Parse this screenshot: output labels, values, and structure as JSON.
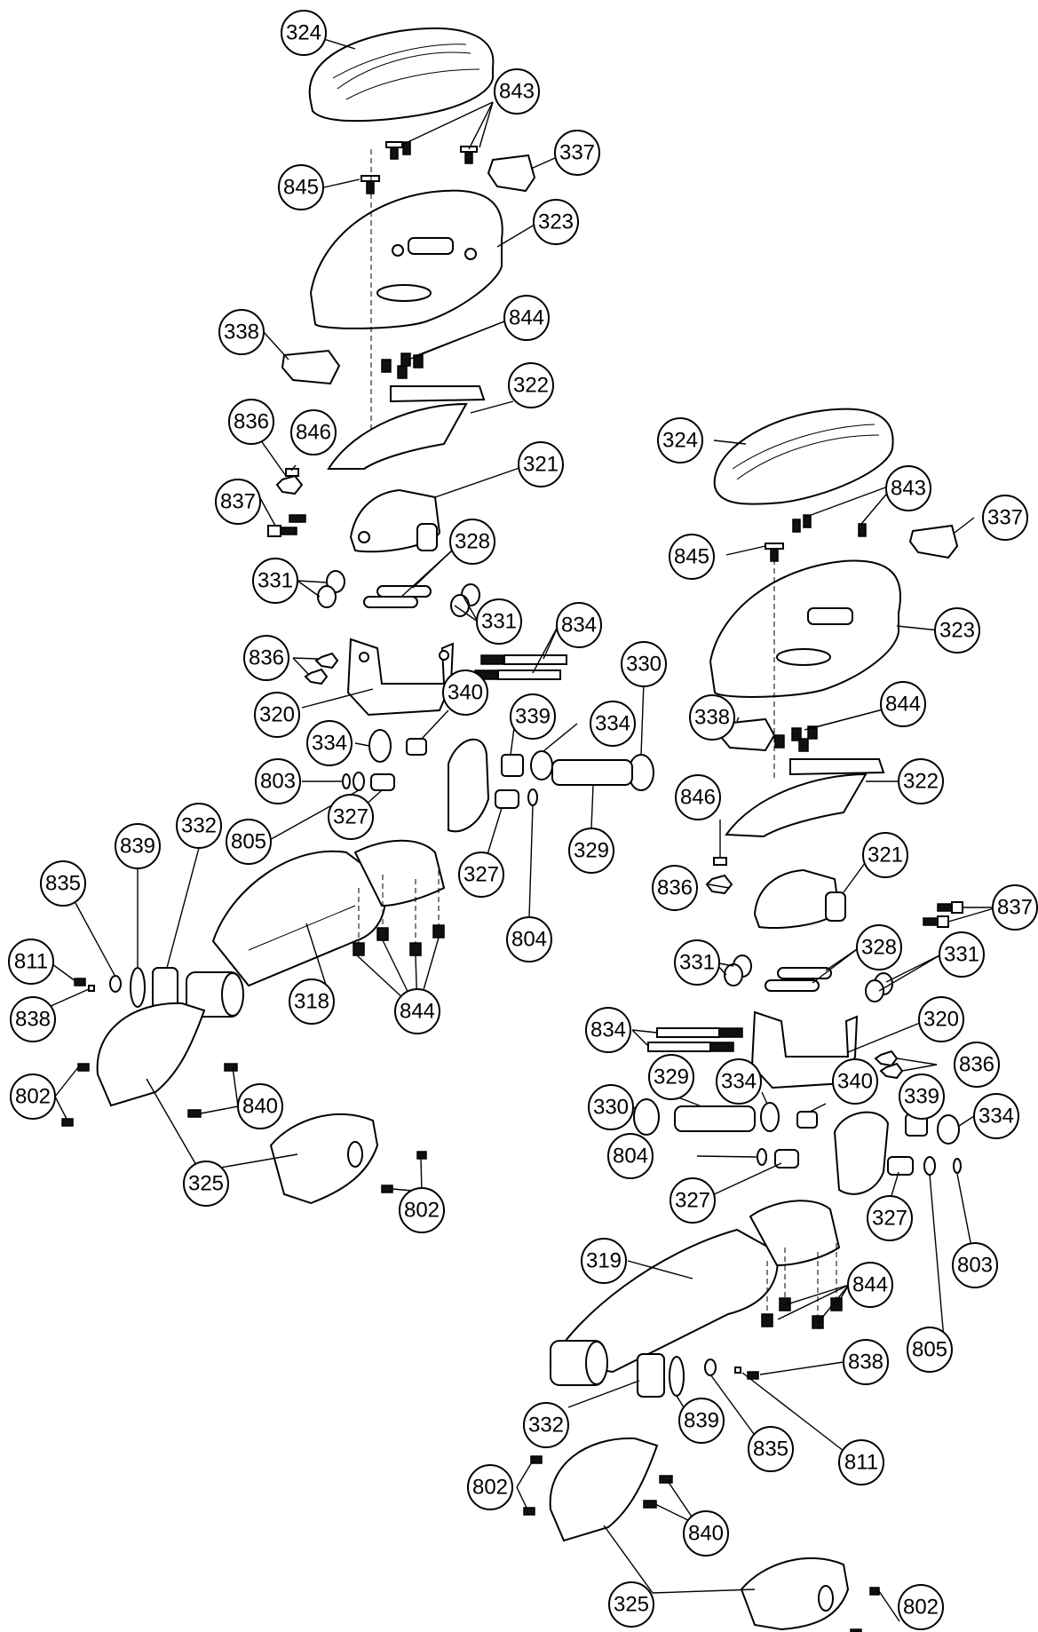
{
  "callouts": {
    "c324a": "324",
    "c843a": "843",
    "c337a": "337",
    "c845a": "845",
    "c323a": "323",
    "c338a": "338",
    "c844a": "844",
    "c322a": "322",
    "c836a": "836",
    "c846a": "846",
    "c837a": "837",
    "c321a": "321",
    "c328a": "328",
    "c331a": "331",
    "c331b": "331",
    "c834a": "834",
    "c836b": "836",
    "c320a": "320",
    "c340a": "340",
    "c339a": "339",
    "c334a": "334",
    "c334b": "334",
    "c330a": "330",
    "c803a": "803",
    "c805a": "805",
    "c327a": "327",
    "c327b": "327",
    "c329a": "329",
    "c804a": "804",
    "c332a": "332",
    "c839a": "839",
    "c835a": "835",
    "c811a": "811",
    "c838a": "838",
    "c318a": "318",
    "c844b": "844",
    "c802a": "802",
    "c840a": "840",
    "c325a": "325",
    "c802b": "802",
    "c324b": "324",
    "c843b": "843",
    "c337b": "337",
    "c845b": "845",
    "c323b": "323",
    "c338b": "338",
    "c844c": "844",
    "c322b": "322",
    "c846b": "846",
    "c836c": "836",
    "c321b": "321",
    "c837b": "837",
    "c328b": "328",
    "c331c": "331",
    "c331d": "331",
    "c834b": "834",
    "c320b": "320",
    "c836d": "836",
    "c329b": "329",
    "c334c": "334",
    "c330b": "330",
    "c340b": "340",
    "c339b": "339",
    "c334d": "334",
    "c804b": "804",
    "c327c": "327",
    "c327d": "327",
    "c803b": "803",
    "c319a": "319",
    "c844d": "844",
    "c805b": "805",
    "c838b": "838",
    "c332b": "332",
    "c839b": "839",
    "c835b": "835",
    "c811b": "811",
    "c802c": "802",
    "c840b": "840",
    "c325b": "325",
    "c802d": "802"
  }
}
